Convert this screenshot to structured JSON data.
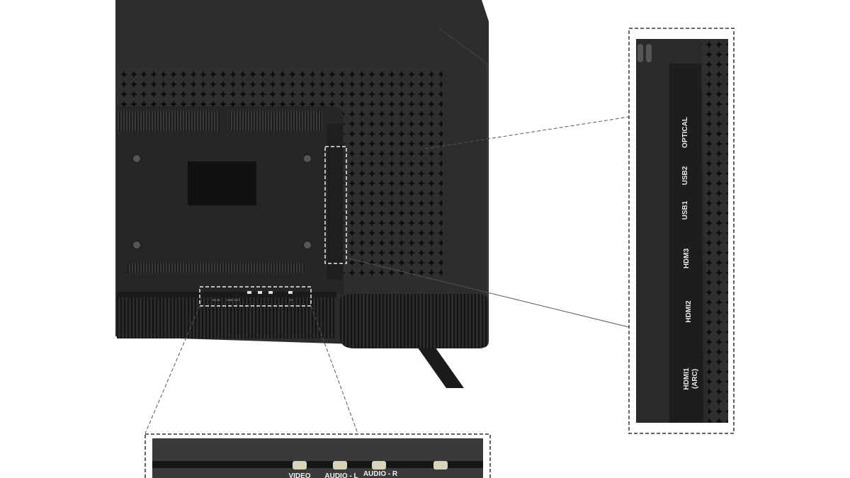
{
  "image": {
    "subject": "tv-rear-panel",
    "colors": {
      "body": "#2d2d2d",
      "panel": "#262626",
      "callout_border": "#444444",
      "label": "#e8e8e8"
    }
  },
  "side_ports": {
    "labels": [
      "OPTICAL",
      "USB2",
      "USB1",
      "HDM3",
      "HDMI2",
      "HDMI1",
      "(ARC)"
    ]
  },
  "bottom_ports": {
    "small_labels": [
      "RJ 45",
      "LINE OUT",
      "TV"
    ],
    "labels": [
      "VIDEO",
      "AUDIO - L",
      "AUDIO - R"
    ]
  }
}
